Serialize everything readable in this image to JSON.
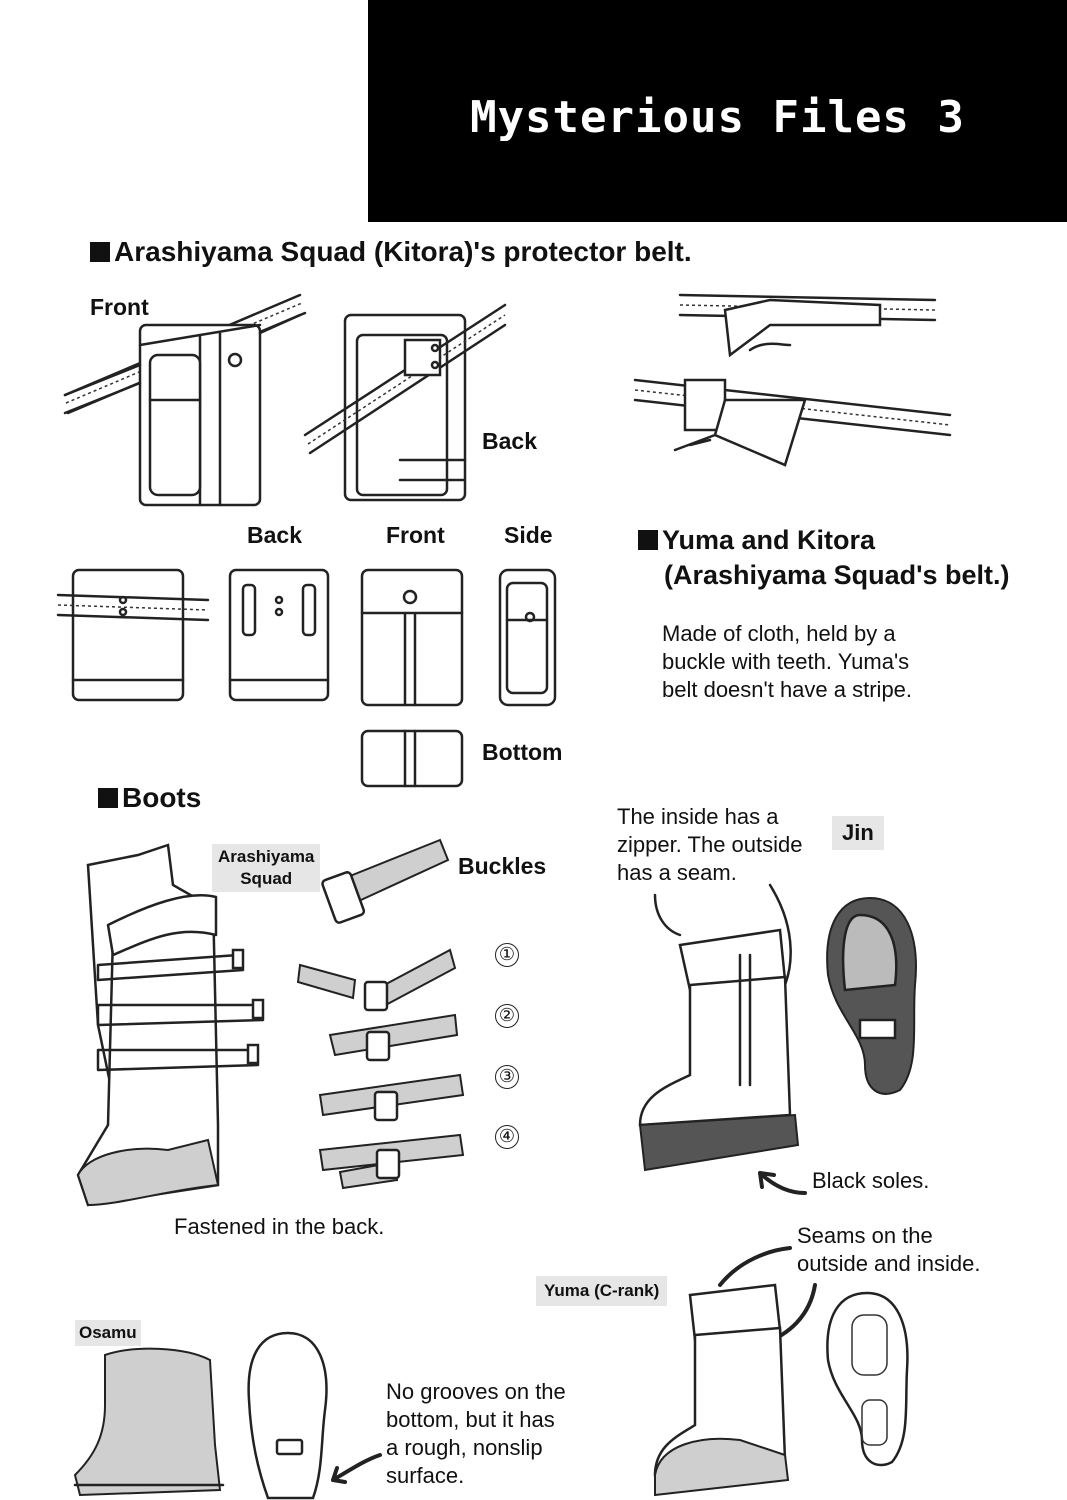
{
  "page": {
    "title": "Mysterious Files 3"
  },
  "belt_section": {
    "heading": "Arashiyama Squad (Kitora)'s protector belt.",
    "labels": {
      "front_top": "Front",
      "back_top": "Back",
      "back": "Back",
      "front": "Front",
      "side": "Side",
      "bottom": "Bottom"
    }
  },
  "yuma_kitora": {
    "heading_line1": "Yuma and Kitora",
    "heading_line2": "(Arashiyama Squad's belt.)",
    "description": "Made of cloth, held by a\nbuckle with teeth. Yuma's\nbelt doesn't have a stripe."
  },
  "boots_section": {
    "heading": "Boots",
    "arashiyama_tag": "Arashiyama\nSquad",
    "buckles_label": "Buckles",
    "buckle_numbers": [
      "①",
      "②",
      "③",
      "④"
    ],
    "fastened_note": "Fastened in the back.",
    "jin_tag": "Jin",
    "jin_note": "The inside has a\nzipper. The outside\nhas a seam.",
    "black_soles": "Black soles.",
    "yuma_tag": "Yuma (C-rank)",
    "yuma_note": "Seams on the\noutside and inside.",
    "osamu_tag": "Osamu",
    "osamu_note": "No grooves on the\nbottom, but it has\na rough, nonslip\nsurface."
  }
}
